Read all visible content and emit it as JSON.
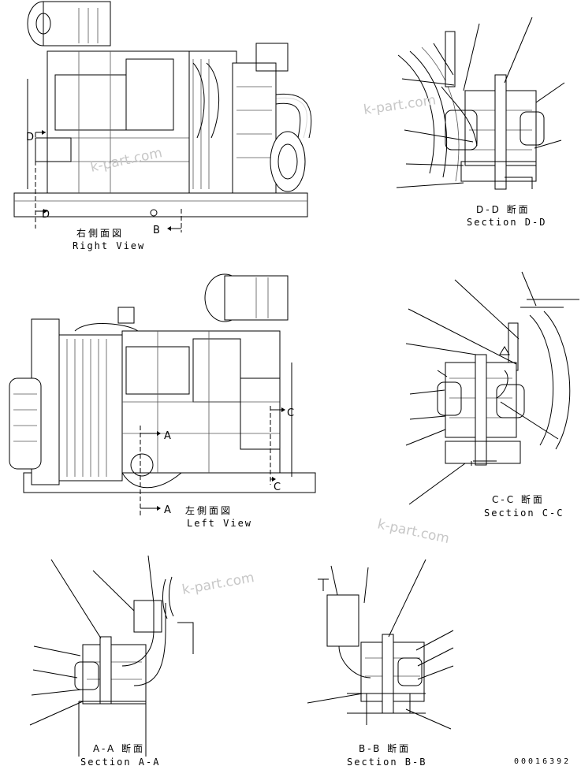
{
  "views": {
    "right": {
      "jp": "右側面図",
      "en": "Right View",
      "marker_d": "D",
      "marker_b": "B"
    },
    "left": {
      "jp": "左側面図",
      "en": "Left View",
      "marker_a": "A",
      "marker_c": "C"
    }
  },
  "sections": {
    "dd": {
      "jp": "D-D 断面",
      "en": "Section D-D"
    },
    "cc": {
      "jp": "C-C 断面",
      "en": "Section C-C"
    },
    "aa": {
      "jp": "A-A 断面",
      "en": "Section A-A"
    },
    "bb": {
      "jp": "B-B 断面",
      "en": "Section B-B"
    }
  },
  "watermarks": [
    "k-part.com",
    "k-part.com",
    "k-part.com",
    "k-part.com"
  ],
  "drawing_number": "00016392",
  "colors": {
    "line": "#000000",
    "watermark": "#c7c7c7",
    "background": "#ffffff"
  }
}
